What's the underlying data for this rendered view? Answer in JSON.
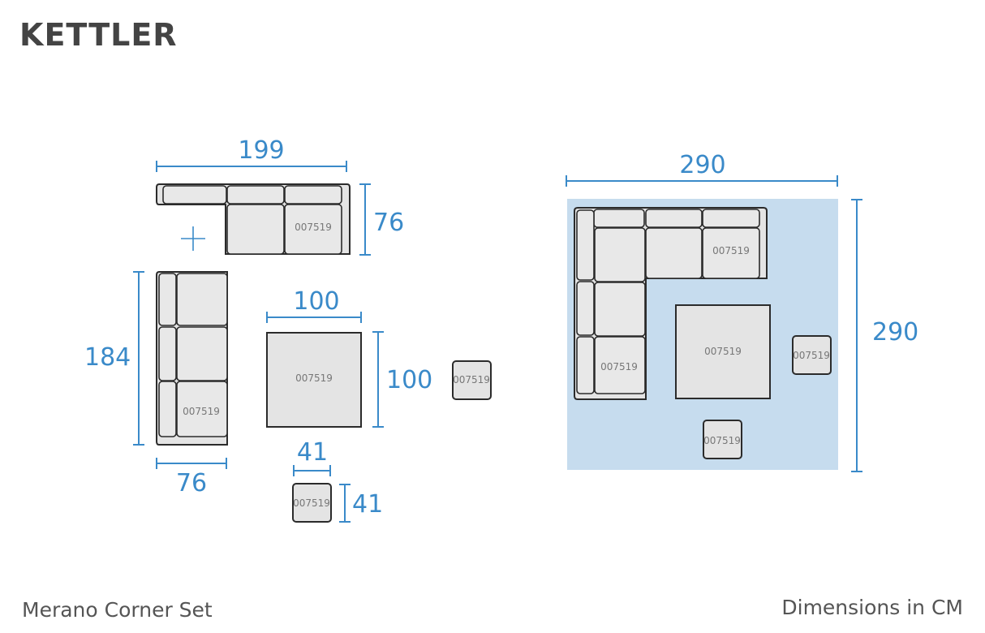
{
  "brand": "KETTLER",
  "product_name": "Merano Corner Set",
  "units_note": "Dimensions in CM",
  "product_code": "007519",
  "dimensions": {
    "sofa_width": "199",
    "sofa_depth": "76",
    "chaise_length": "184",
    "chaise_depth": "76",
    "table_width": "100",
    "table_depth": "100",
    "stool_width": "41",
    "stool_depth": "41",
    "layout_width": "290",
    "layout_depth": "290"
  },
  "colors": {
    "dimension": "#3a8ac9",
    "layout_area": "#c6dcee",
    "outline": "#2b2b2b",
    "fill": "#e4e4e4"
  }
}
